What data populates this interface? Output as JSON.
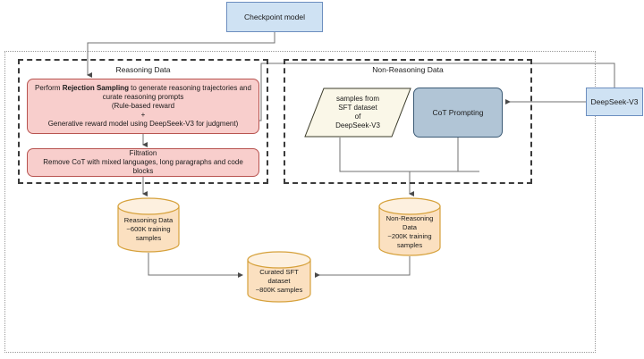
{
  "diagram": {
    "title_nodes": {
      "checkpoint_model": "Checkpoint model",
      "deepseek_v3": "DeepSeek-V3"
    },
    "groups": {
      "reasoning": {
        "label": "Reasoning Data"
      },
      "non_reasoning": {
        "label": "Non-Reasoning Data"
      }
    },
    "reasoning_steps": {
      "rejection_sampling": {
        "line1_a": "Perform ",
        "line1_bold": "Rejection Sampling",
        "line1_b": " to generate reasoning trajectories and",
        "line2": "curate reasoning prompts",
        "line3": "(Rule-based reward",
        "line4": "+",
        "line5": "Generative reward model using DeepSeek-V3 for judgment)"
      },
      "filtration": {
        "title": "Filtration",
        "detail": "Remove CoT with mixed languages, long paragraphs and code blocks"
      }
    },
    "non_reasoning_steps": {
      "sft_samples": {
        "line1": "samples from",
        "line2": "SFT dataset",
        "line3": "of",
        "line4": "DeepSeek-V3"
      },
      "cot_prompting": "CoT Prompting"
    },
    "data_stores": {
      "reasoning_data": {
        "line1": "Reasoning Data",
        "line2": "~600K training",
        "line3": "samples"
      },
      "non_reasoning_data": {
        "line1": "Non-Reasoning",
        "line2": "Data",
        "line3": "~200K training",
        "line4": "samples"
      },
      "curated_sft": {
        "line1": "Curated SFT",
        "line2": "dataset",
        "line3": "~800K samples"
      }
    },
    "colors": {
      "blue_fill": "#cfe2f3",
      "blue_stroke": "#6c8ebf",
      "pink_fill": "#f8cecc",
      "pink_stroke": "#b85450",
      "cream_fill": "#faf7e8",
      "cream_stroke": "#3b3b2a",
      "slate_fill": "#b1c5d6",
      "slate_stroke": "#3b5a75",
      "cylinder_fill": "#fbe0c0",
      "cylinder_stroke": "#d6a13b",
      "connector": "#707070",
      "dashed_border": "#3b3b3b",
      "dotted_border": "#9a9a9a"
    }
  }
}
